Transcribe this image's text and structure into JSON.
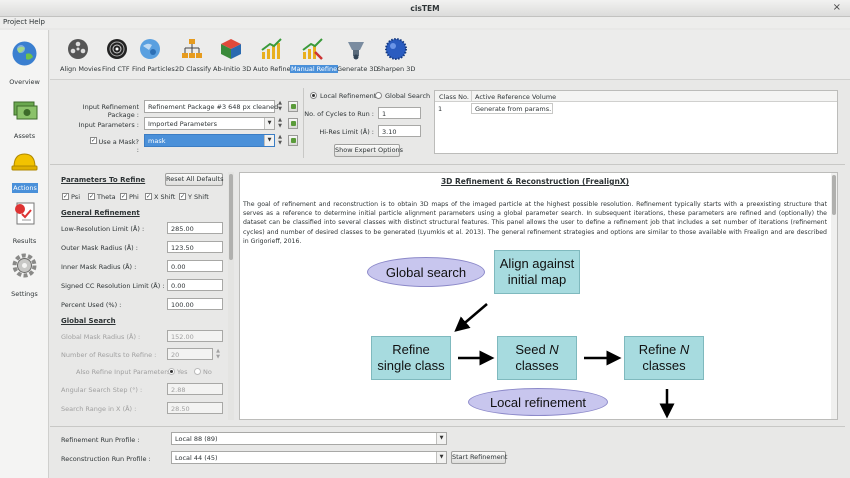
{
  "window": {
    "title": "cisTEM",
    "close_glyph": "×"
  },
  "menu": {
    "project": "Project",
    "help": "Help"
  },
  "nav": {
    "overview": "Overview",
    "assets": "Assets",
    "actions": "Actions",
    "results": "Results",
    "settings": "Settings"
  },
  "toolbar": {
    "align_movies": "Align Movies",
    "find_ctf": "Find CTF",
    "find_particles": "Find Particles",
    "classify_2d": "2D Classify",
    "ab_initio": "Ab-Initio 3D",
    "auto_refine": "Auto Refine",
    "manual_refine": "Manual Refine",
    "generate_3d": "Generate 3D",
    "sharpen_3d": "Sharpen 3D"
  },
  "inputs": {
    "package_label": "Input Refinement Package :",
    "package_value": "Refinement Package #3 648 px cleaned",
    "params_label": "Input Parameters :",
    "params_value": "Imported Parameters",
    "mask_label": "Use a Mask? :",
    "mask_value": "mask"
  },
  "mode": {
    "local": "Local Refinement",
    "global": "Global Search",
    "cycles_label": "No. of Cycles to Run :",
    "cycles_value": "1",
    "hires_label": "Hi-Res Limit (Å) :",
    "hires_value": "3.10",
    "expert_button": "Show Expert Options"
  },
  "class_table": {
    "col_class": "Class No.",
    "col_ref": "Active Reference Volume",
    "row_class": "1",
    "row_ref": "Generate from params."
  },
  "params": {
    "title": "Parameters To Refine",
    "reset_button": "Reset All Defaults",
    "psi": "Psi",
    "theta": "Theta",
    "phi": "Phi",
    "xshift": "X Shift",
    "yshift": "Y Shift",
    "general_title": "General Refinement",
    "low_res_label": "Low-Resolution Limit (Å) :",
    "low_res_value": "285.00",
    "outer_mask_label": "Outer Mask Radius (Å) :",
    "outer_mask_value": "123.50",
    "inner_mask_label": "Inner Mask Radius (Å) :",
    "inner_mask_value": "0.00",
    "signed_cc_label": "Signed CC Resolution Limit (Å) :",
    "signed_cc_value": "0.00",
    "percent_label": "Percent Used (%) :",
    "percent_value": "100.00",
    "global_title": "Global Search",
    "global_mask_label": "Global Mask Radius (Å) :",
    "global_mask_value": "152.00",
    "num_results_label": "Number of Results to Refine :",
    "num_results_value": "20",
    "also_refine_label": "Also Refine Input Parameters?",
    "yes": "Yes",
    "no": "No",
    "angular_label": "Angular Search Step (°) :",
    "angular_value": "2.88",
    "search_x_label": "Search Range in X (Å) :",
    "search_x_value": "28.50"
  },
  "info": {
    "title": "3D Refinement & Reconstruction (FrealignX)",
    "body": "The goal of refinement and reconstruction is to obtain 3D maps of the imaged particle at the highest possible resolution. Refinement typically starts with a preexisting structure that serves as a reference to determine initial particle alignment parameters using a global parameter search. In subsequent iterations, these parameters are refined and (optionally) the dataset can be classified into several classes with distinct structural features. This panel allows the user to define a refinement job that includes a set number of iterations (refinement cycles) and number of desired classes to be generated (Lyumkis et al. 2013). The general refinement strategies and options are similar to those available with Frealign and are described in Grigorieff, 2016.",
    "diagram": {
      "global_search": "Global search",
      "align_against": "Align against initial map",
      "refine_single": "Refine single class",
      "seed_n_pre": "Seed ",
      "seed_n_var": "N",
      "seed_n_post": "classes",
      "refine_n_pre": "Refine ",
      "refine_n_var": "N",
      "refine_n_post": "classes",
      "local_refinement": "Local refinement"
    }
  },
  "bottom": {
    "refine_profile_label": "Refinement Run Profile :",
    "refine_profile_value": "Local 88 (89)",
    "recon_profile_label": "Reconstruction Run Profile :",
    "recon_profile_value": "Local 44 (45)",
    "start_button": "Start Refinement"
  }
}
